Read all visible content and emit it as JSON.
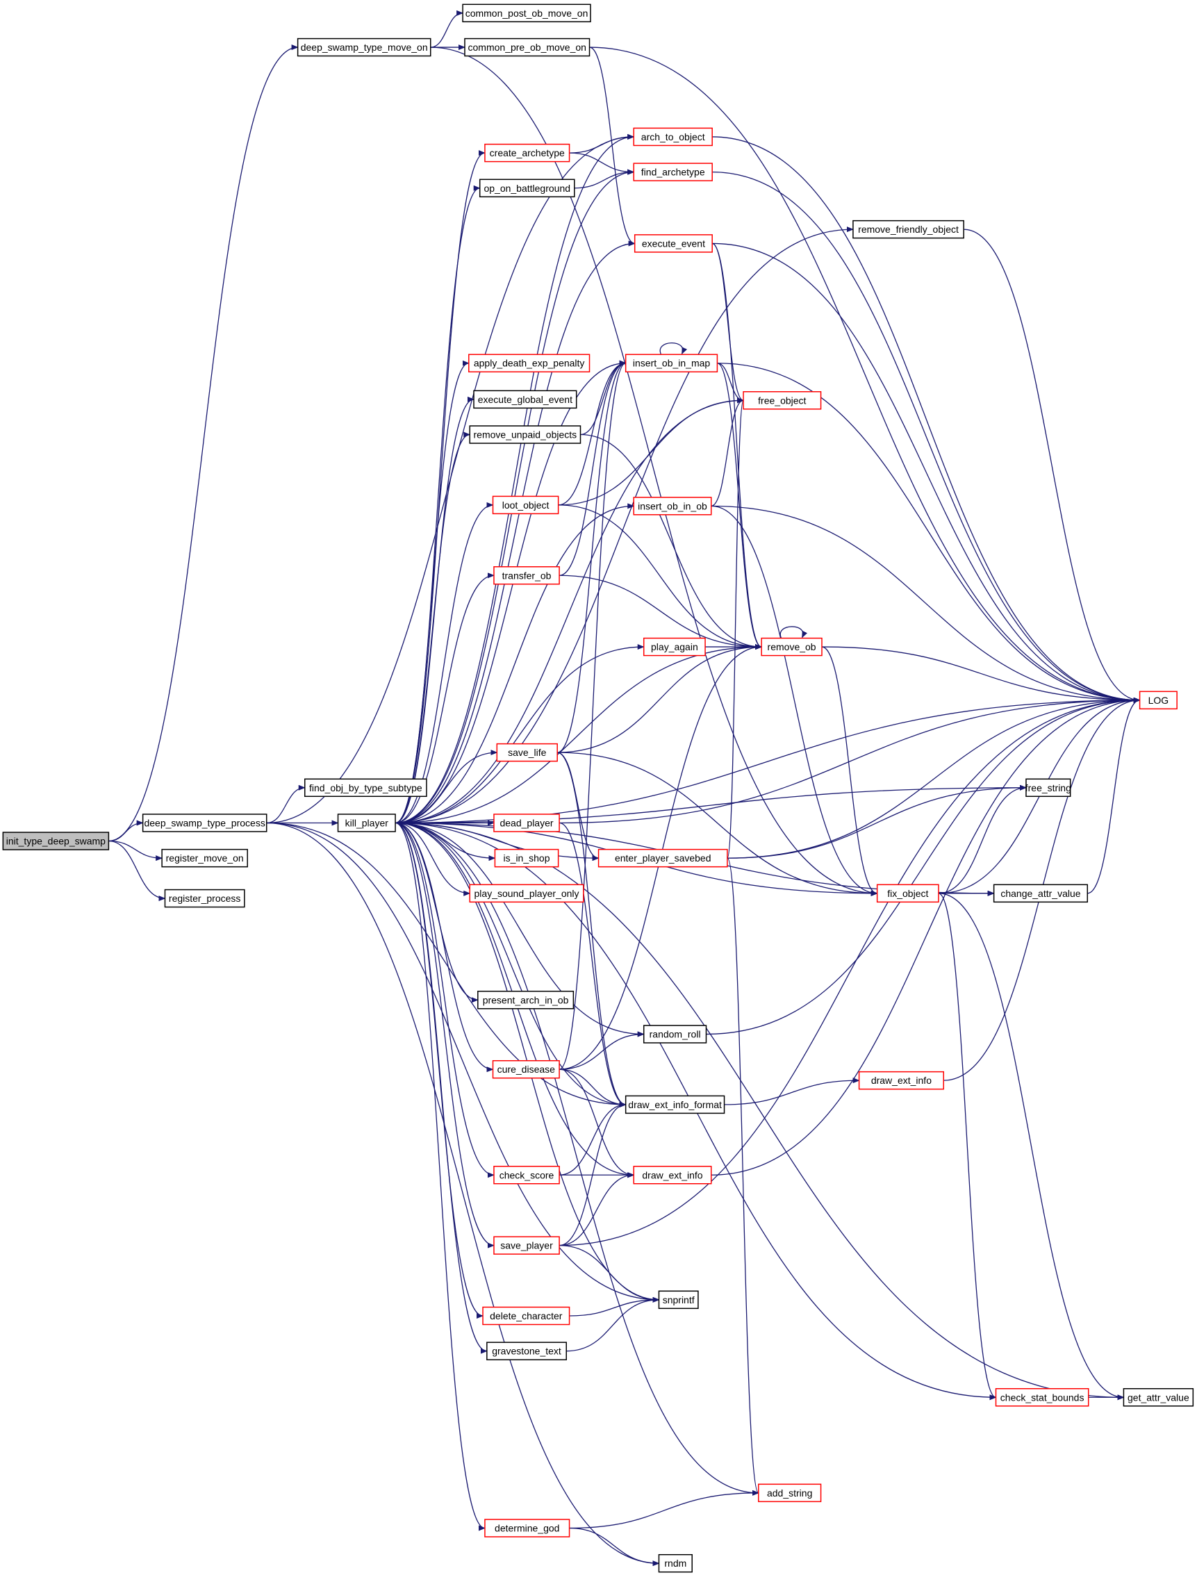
{
  "colors": {
    "edge": "#191970",
    "highlight_border": "#ff0000",
    "normal_border": "#000000",
    "root_fill": "#bfbfbf"
  },
  "nodes": [
    {
      "id": "common_post_ob_move_on",
      "label": "common_post_ob_move_on",
      "style": "black"
    },
    {
      "id": "deep_swamp_type_move_on",
      "label": "deep_swamp_type_move_on",
      "style": "black"
    },
    {
      "id": "common_pre_ob_move_on",
      "label": "common_pre_ob_move_on",
      "style": "black"
    },
    {
      "id": "arch_to_object",
      "label": "arch_to_object",
      "style": "red"
    },
    {
      "id": "create_archetype",
      "label": "create_archetype",
      "style": "red"
    },
    {
      "id": "find_archetype",
      "label": "find_archetype",
      "style": "red"
    },
    {
      "id": "op_on_battleground",
      "label": "op_on_battleground",
      "style": "black"
    },
    {
      "id": "remove_friendly_object",
      "label": "remove_friendly_object",
      "style": "black"
    },
    {
      "id": "execute_event",
      "label": "execute_event",
      "style": "red"
    },
    {
      "id": "apply_death_exp_penalty",
      "label": "apply_death_exp_penalty",
      "style": "red"
    },
    {
      "id": "insert_ob_in_map",
      "label": "insert_ob_in_map",
      "style": "red"
    },
    {
      "id": "execute_global_event",
      "label": "execute_global_event",
      "style": "black"
    },
    {
      "id": "free_object",
      "label": "free_object",
      "style": "red"
    },
    {
      "id": "remove_unpaid_objects",
      "label": "remove_unpaid_objects",
      "style": "black"
    },
    {
      "id": "loot_object",
      "label": "loot_object",
      "style": "red"
    },
    {
      "id": "insert_ob_in_ob",
      "label": "insert_ob_in_ob",
      "style": "red"
    },
    {
      "id": "transfer_ob",
      "label": "transfer_ob",
      "style": "red"
    },
    {
      "id": "play_again",
      "label": "play_again",
      "style": "red"
    },
    {
      "id": "remove_ob",
      "label": "remove_ob",
      "style": "red"
    },
    {
      "id": "LOG",
      "label": "LOG",
      "style": "red"
    },
    {
      "id": "save_life",
      "label": "save_life",
      "style": "red"
    },
    {
      "id": "free_string",
      "label": "free_string",
      "style": "black"
    },
    {
      "id": "find_obj_by_type_subtype",
      "label": "find_obj_by_type_subtype",
      "style": "black"
    },
    {
      "id": "init_type_deep_swamp",
      "label": "init_type_deep_swamp",
      "style": "root"
    },
    {
      "id": "deep_swamp_type_process",
      "label": "deep_swamp_type_process",
      "style": "black"
    },
    {
      "id": "kill_player",
      "label": "kill_player",
      "style": "black"
    },
    {
      "id": "dead_player",
      "label": "dead_player",
      "style": "red"
    },
    {
      "id": "register_move_on",
      "label": "register_move_on",
      "style": "black"
    },
    {
      "id": "enter_player_savebed",
      "label": "enter_player_savebed",
      "style": "red"
    },
    {
      "id": "is_in_shop",
      "label": "is_in_shop",
      "style": "red"
    },
    {
      "id": "register_process",
      "label": "register_process",
      "style": "black"
    },
    {
      "id": "play_sound_player_only",
      "label": "play_sound_player_only",
      "style": "red"
    },
    {
      "id": "fix_object",
      "label": "fix_object",
      "style": "red"
    },
    {
      "id": "change_attr_value",
      "label": "change_attr_value",
      "style": "black"
    },
    {
      "id": "present_arch_in_ob",
      "label": "present_arch_in_ob",
      "style": "black"
    },
    {
      "id": "random_roll",
      "label": "random_roll",
      "style": "black"
    },
    {
      "id": "cure_disease",
      "label": "cure_disease",
      "style": "red"
    },
    {
      "id": "draw_ext_info_a",
      "label": "draw_ext_info",
      "style": "red"
    },
    {
      "id": "draw_ext_info_format",
      "label": "draw_ext_info_format",
      "style": "black"
    },
    {
      "id": "check_score",
      "label": "check_score",
      "style": "red"
    },
    {
      "id": "draw_ext_info_b",
      "label": "draw_ext_info",
      "style": "red"
    },
    {
      "id": "save_player",
      "label": "save_player",
      "style": "red"
    },
    {
      "id": "snprintf",
      "label": "snprintf",
      "style": "black"
    },
    {
      "id": "delete_character",
      "label": "delete_character",
      "style": "red"
    },
    {
      "id": "gravestone_text",
      "label": "gravestone_text",
      "style": "black"
    },
    {
      "id": "check_stat_bounds",
      "label": "check_stat_bounds",
      "style": "red"
    },
    {
      "id": "get_attr_value",
      "label": "get_attr_value",
      "style": "black"
    },
    {
      "id": "add_string",
      "label": "add_string",
      "style": "red"
    },
    {
      "id": "determine_god",
      "label": "determine_god",
      "style": "red"
    },
    {
      "id": "rndm",
      "label": "rndm",
      "style": "black"
    }
  ],
  "edges": [
    [
      "init_type_deep_swamp",
      "deep_swamp_type_process"
    ],
    [
      "init_type_deep_swamp",
      "register_move_on"
    ],
    [
      "init_type_deep_swamp",
      "register_process"
    ],
    [
      "init_type_deep_swamp",
      "deep_swamp_type_move_on"
    ],
    [
      "deep_swamp_type_move_on",
      "common_post_ob_move_on"
    ],
    [
      "deep_swamp_type_move_on",
      "common_pre_ob_move_on"
    ],
    [
      "deep_swamp_type_move_on",
      "fix_object"
    ],
    [
      "common_pre_ob_move_on",
      "LOG"
    ],
    [
      "common_pre_ob_move_on",
      "execute_event"
    ],
    [
      "deep_swamp_type_process",
      "find_obj_by_type_subtype"
    ],
    [
      "deep_swamp_type_process",
      "kill_player"
    ],
    [
      "deep_swamp_type_process",
      "arch_to_object"
    ],
    [
      "deep_swamp_type_process",
      "snprintf"
    ],
    [
      "deep_swamp_type_process",
      "rndm"
    ],
    [
      "deep_swamp_type_process",
      "draw_ext_info_format"
    ],
    [
      "kill_player",
      "create_archetype"
    ],
    [
      "kill_player",
      "op_on_battleground"
    ],
    [
      "kill_player",
      "find_archetype"
    ],
    [
      "kill_player",
      "arch_to_object"
    ],
    [
      "kill_player",
      "execute_event"
    ],
    [
      "kill_player",
      "remove_friendly_object"
    ],
    [
      "kill_player",
      "apply_death_exp_penalty"
    ],
    [
      "kill_player",
      "execute_global_event"
    ],
    [
      "kill_player",
      "remove_unpaid_objects"
    ],
    [
      "kill_player",
      "loot_object"
    ],
    [
      "kill_player",
      "insert_ob_in_ob"
    ],
    [
      "kill_player",
      "transfer_ob"
    ],
    [
      "kill_player",
      "play_again"
    ],
    [
      "kill_player",
      "remove_ob"
    ],
    [
      "kill_player",
      "free_object"
    ],
    [
      "kill_player",
      "insert_ob_in_map"
    ],
    [
      "kill_player",
      "save_life"
    ],
    [
      "kill_player",
      "free_string"
    ],
    [
      "kill_player",
      "dead_player"
    ],
    [
      "kill_player",
      "is_in_shop"
    ],
    [
      "kill_player",
      "play_sound_player_only"
    ],
    [
      "kill_player",
      "enter_player_savebed"
    ],
    [
      "kill_player",
      "fix_object"
    ],
    [
      "kill_player",
      "change_attr_value"
    ],
    [
      "kill_player",
      "present_arch_in_ob"
    ],
    [
      "kill_player",
      "random_roll"
    ],
    [
      "kill_player",
      "cure_disease"
    ],
    [
      "kill_player",
      "draw_ext_info_format"
    ],
    [
      "kill_player",
      "check_score"
    ],
    [
      "kill_player",
      "draw_ext_info_b"
    ],
    [
      "kill_player",
      "save_player"
    ],
    [
      "kill_player",
      "snprintf"
    ],
    [
      "kill_player",
      "delete_character"
    ],
    [
      "kill_player",
      "gravestone_text"
    ],
    [
      "kill_player",
      "check_stat_bounds"
    ],
    [
      "kill_player",
      "get_attr_value"
    ],
    [
      "kill_player",
      "add_string"
    ],
    [
      "kill_player",
      "determine_god"
    ],
    [
      "kill_player",
      "LOG"
    ],
    [
      "create_archetype",
      "arch_to_object"
    ],
    [
      "create_archetype",
      "find_archetype"
    ],
    [
      "op_on_battleground",
      "find_archetype"
    ],
    [
      "arch_to_object",
      "LOG"
    ],
    [
      "find_archetype",
      "LOG"
    ],
    [
      "remove_friendly_object",
      "LOG"
    ],
    [
      "execute_event",
      "free_object"
    ],
    [
      "execute_event",
      "remove_ob"
    ],
    [
      "execute_event",
      "LOG"
    ],
    [
      "insert_ob_in_map",
      "insert_ob_in_map"
    ],
    [
      "insert_ob_in_map",
      "free_object"
    ],
    [
      "insert_ob_in_map",
      "remove_ob"
    ],
    [
      "insert_ob_in_map",
      "LOG"
    ],
    [
      "remove_unpaid_objects",
      "insert_ob_in_map"
    ],
    [
      "remove_unpaid_objects",
      "remove_ob"
    ],
    [
      "loot_object",
      "insert_ob_in_map"
    ],
    [
      "loot_object",
      "free_object"
    ],
    [
      "loot_object",
      "remove_ob"
    ],
    [
      "insert_ob_in_ob",
      "free_object"
    ],
    [
      "insert_ob_in_ob",
      "fix_object"
    ],
    [
      "insert_ob_in_ob",
      "LOG"
    ],
    [
      "transfer_ob",
      "insert_ob_in_map"
    ],
    [
      "transfer_ob",
      "remove_ob"
    ],
    [
      "play_again",
      "remove_ob"
    ],
    [
      "remove_ob",
      "remove_ob"
    ],
    [
      "remove_ob",
      "fix_object"
    ],
    [
      "remove_ob",
      "LOG"
    ],
    [
      "save_life",
      "insert_ob_in_map"
    ],
    [
      "save_life",
      "remove_ob"
    ],
    [
      "save_life",
      "enter_player_savebed"
    ],
    [
      "save_life",
      "draw_ext_info_format"
    ],
    [
      "save_life",
      "fix_object"
    ],
    [
      "dead_player",
      "LOG"
    ],
    [
      "dead_player",
      "draw_ext_info_format"
    ],
    [
      "enter_player_savebed",
      "free_object"
    ],
    [
      "enter_player_savebed",
      "free_string"
    ],
    [
      "enter_player_savebed",
      "LOG"
    ],
    [
      "enter_player_savebed",
      "add_string"
    ],
    [
      "fix_object",
      "change_attr_value"
    ],
    [
      "fix_object",
      "free_string"
    ],
    [
      "fix_object",
      "LOG"
    ],
    [
      "fix_object",
      "check_stat_bounds"
    ],
    [
      "fix_object",
      "get_attr_value"
    ],
    [
      "change_attr_value",
      "LOG"
    ],
    [
      "random_roll",
      "LOG"
    ],
    [
      "cure_disease",
      "random_roll"
    ],
    [
      "cure_disease",
      "draw_ext_info_format"
    ],
    [
      "cure_disease",
      "draw_ext_info_b"
    ],
    [
      "cure_disease",
      "remove_ob"
    ],
    [
      "cure_disease",
      "insert_ob_in_map"
    ],
    [
      "draw_ext_info_format",
      "draw_ext_info_a"
    ],
    [
      "draw_ext_info_a",
      "LOG"
    ],
    [
      "draw_ext_info_b",
      "LOG"
    ],
    [
      "check_score",
      "draw_ext_info_format"
    ],
    [
      "check_score",
      "draw_ext_info_b"
    ],
    [
      "save_player",
      "draw_ext_info_format"
    ],
    [
      "save_player",
      "draw_ext_info_b"
    ],
    [
      "save_player",
      "snprintf"
    ],
    [
      "save_player",
      "LOG"
    ],
    [
      "delete_character",
      "snprintf"
    ],
    [
      "gravestone_text",
      "snprintf"
    ],
    [
      "check_stat_bounds",
      "get_attr_value"
    ],
    [
      "determine_god",
      "add_string"
    ],
    [
      "determine_god",
      "rndm"
    ]
  ]
}
